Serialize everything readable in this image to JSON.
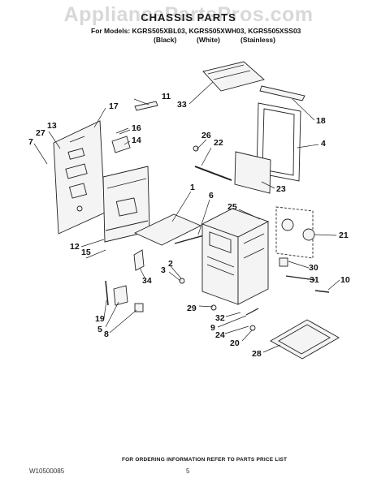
{
  "watermark": "AppliancePartsPros.com",
  "header": {
    "title": "CHASSIS PARTS",
    "models_line": "For Models: KGRS505XBL03, KGRS505XWH03, KGRS505XSS03",
    "variants": [
      "(Black)",
      "(White)",
      "(Stainless)"
    ]
  },
  "callouts": {
    "c1": "1",
    "c2": "2",
    "c3": "3",
    "c4": "4",
    "c5": "5",
    "c6": "6",
    "c7": "7",
    "c8": "8",
    "c9": "9",
    "c10": "10",
    "c11": "11",
    "c12": "12",
    "c13": "13",
    "c14": "14",
    "c15": "15",
    "c16": "16",
    "c17": "17",
    "c18": "18",
    "c19": "19",
    "c20": "20",
    "c21": "21",
    "c22": "22",
    "c23": "23",
    "c24": "24",
    "c25": "25",
    "c26": "26",
    "c27": "27",
    "c28": "28",
    "c29": "29",
    "c30": "30",
    "c31": "31",
    "c32": "32",
    "c33": "33",
    "c34": "34"
  },
  "footer": {
    "note": "FOR ORDERING INFORMATION REFER TO PARTS PRICE LIST",
    "code": "W10500085",
    "page": "5"
  }
}
